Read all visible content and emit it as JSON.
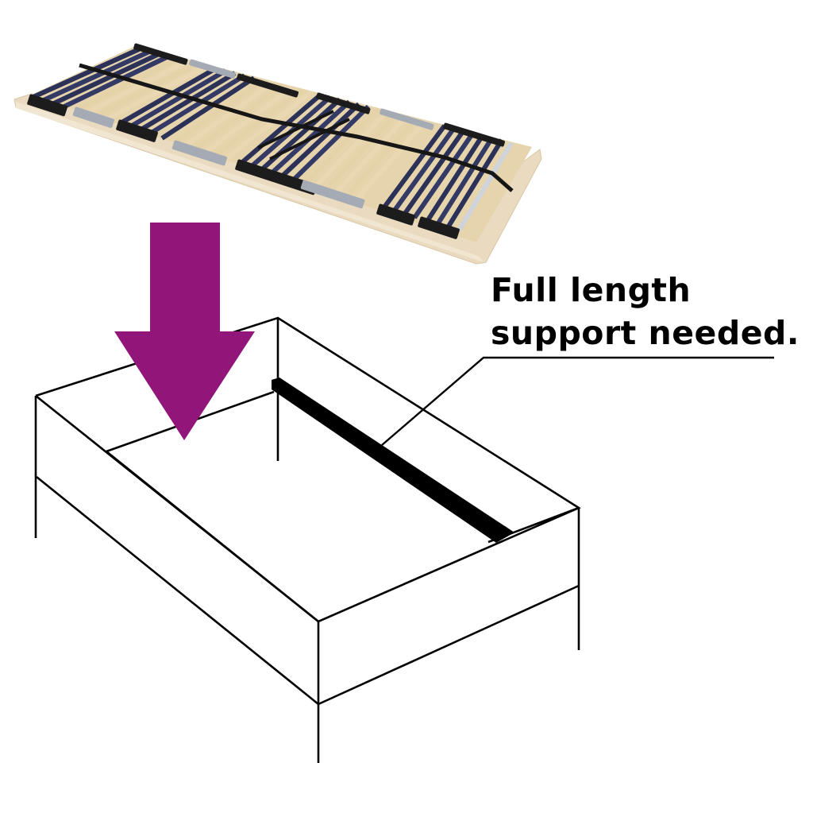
{
  "diagram": {
    "type": "product-installation-diagram",
    "product": "slatted bed base",
    "callout": {
      "line1": "Full length",
      "line2": "support needed."
    },
    "colors": {
      "arrow": "#921579",
      "outline": "#000000",
      "frame_wood": "#ecdcc0",
      "slat_wood": "#e8d6ae",
      "slat_blue": "#2f3560",
      "caps_black": "#1a1a1a",
      "caps_grey": "#9aa2ac",
      "background": "#ffffff"
    },
    "elements": [
      "slatted-bed-base-photo",
      "down-arrow",
      "bed-frame-outline",
      "center-support-beam",
      "callout-leader-line",
      "callout-text"
    ]
  }
}
